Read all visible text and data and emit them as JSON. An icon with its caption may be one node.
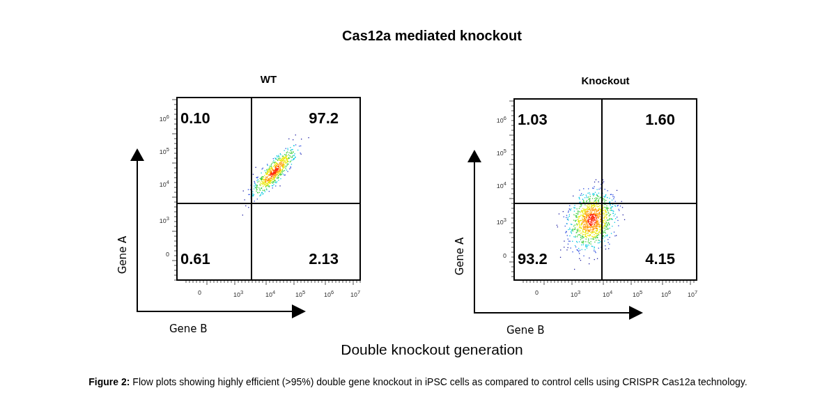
{
  "diagram": {
    "title": "Cas12a mediated knockout",
    "caption": "**Figure 2:** Flow plots showing highly efficient (>95%) double gene knockout in iPSC cells as compared to control cells using CRISPR Cas12a technology.",
    "nodes": [
      {
        "text": [
          "WT",
          "0.10",
          "97.2",
          "0.61",
          "2.13"
        ]
      },
      {
        "text": [
          "Knockout",
          "1.03",
          "1.60",
          "93.2",
          "4.15"
        ]
      }
    ],
    "labels": [
      "10$^{6}$",
      "10$^{5}$",
      "10$^{4}$",
      "10$^{3}$",
      "0",
      "0",
      "10$^{3}$",
      "10$^{4}$",
      "10$^{5}$",
      "10$^{6}$",
      "10$^{7}$",
      "Gene A",
      "Gene B",
      "10$^{6}$",
      "10$^{5}$",
      "10$^{4}$",
      "10$^{3}$",
      "0",
      "0",
      "10$^{3}$",
      "10$^{4}$",
      "10$^{5}$",
      "10$^{6}$",
      "10$^{7}$",
      "Gene A",
      "Gene B",
      "Double knockout generation"
    ]
  }
}
